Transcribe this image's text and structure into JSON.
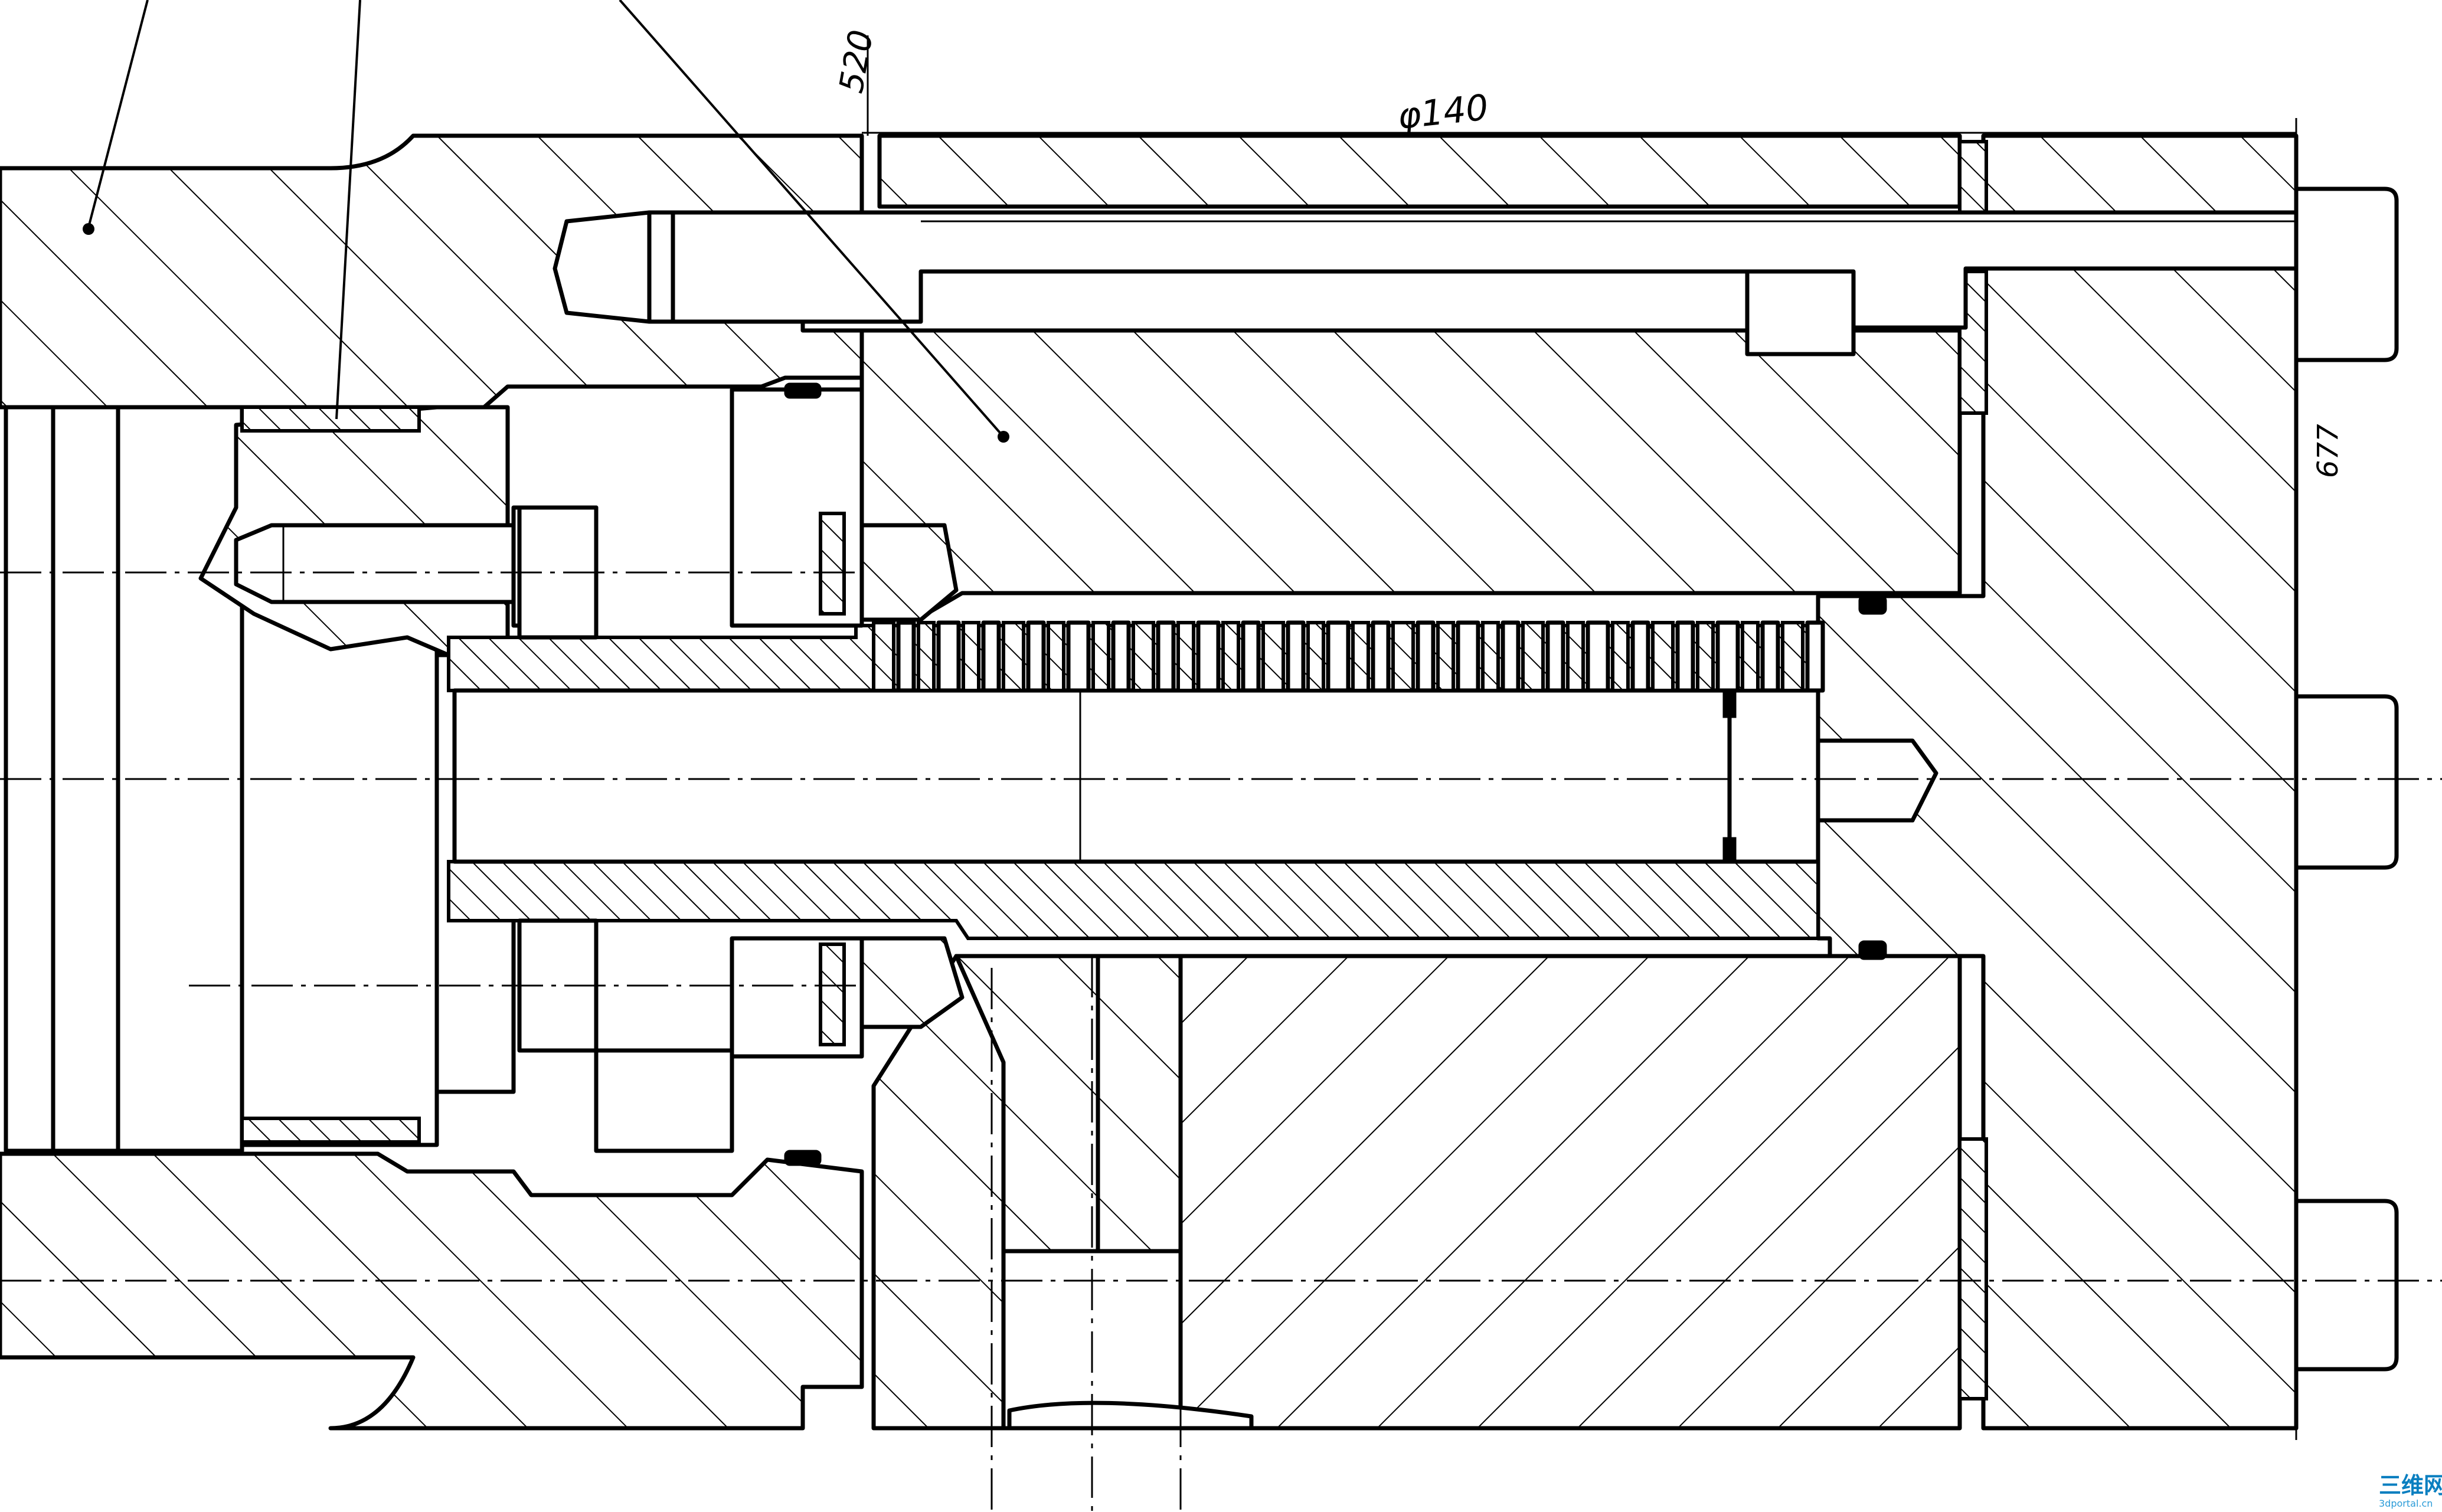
{
  "dimensions": {
    "top_gap": "520",
    "outer_diameter": "φ140",
    "right_length": "677"
  },
  "watermark": {
    "brand": "三维网",
    "url": "3dportal.cn"
  }
}
